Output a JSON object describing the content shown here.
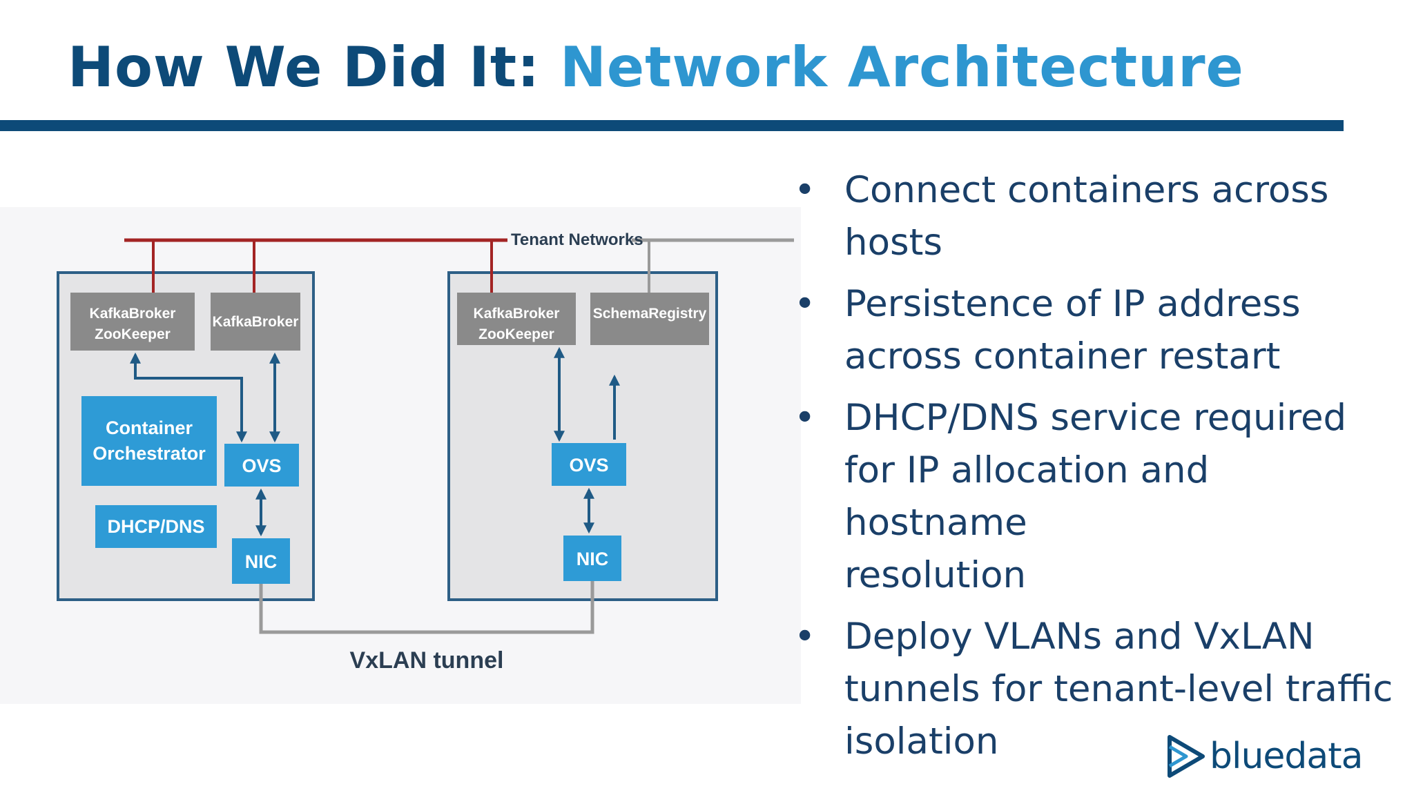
{
  "title": {
    "prefix": "How We Did It: ",
    "highlight": "Network Architecture"
  },
  "colors": {
    "dark_blue": "#0d4a78",
    "accent_blue": "#2e96d0",
    "tenant_red": "#a32424",
    "box_gray": "#8a8a8a",
    "component_blue": "#2e9bd6"
  },
  "diagram": {
    "tenant_networks_label": "Tenant Networks",
    "vxlan_label": "VxLAN tunnel",
    "host1": {
      "kafka_zk_line1": "KafkaBroker",
      "kafka_zk_line2": "ZooKeeper",
      "kafka_broker": "KafkaBroker",
      "orchestrator_line1": "Container",
      "orchestrator_line2": "Orchestrator",
      "dhcp_dns": "DHCP/DNS",
      "ovs": "OVS",
      "nic": "NIC"
    },
    "host2": {
      "kafka_zk_line1": "KafkaBroker",
      "kafka_zk_line2": "ZooKeeper",
      "schema_registry": "SchemaRegistry",
      "ovs": "OVS",
      "nic": "NIC"
    }
  },
  "bullets": [
    {
      "line1": "Connect containers across",
      "line2": "hosts",
      "line3": ""
    },
    {
      "line1": "Persistence of IP address",
      "line2": "across container restart",
      "line3": ""
    },
    {
      "line1": "DHCP/DNS service required",
      "line2": "for IP allocation and hostname",
      "line3": "resolution"
    },
    {
      "line1": "Deploy VLANs and VxLAN",
      "line2": "tunnels for tenant-level traffic",
      "line3": "isolation"
    }
  ],
  "bullet_symbol": "•",
  "logo": {
    "text": "bluedata",
    "icon": "bluedata-play-icon"
  }
}
